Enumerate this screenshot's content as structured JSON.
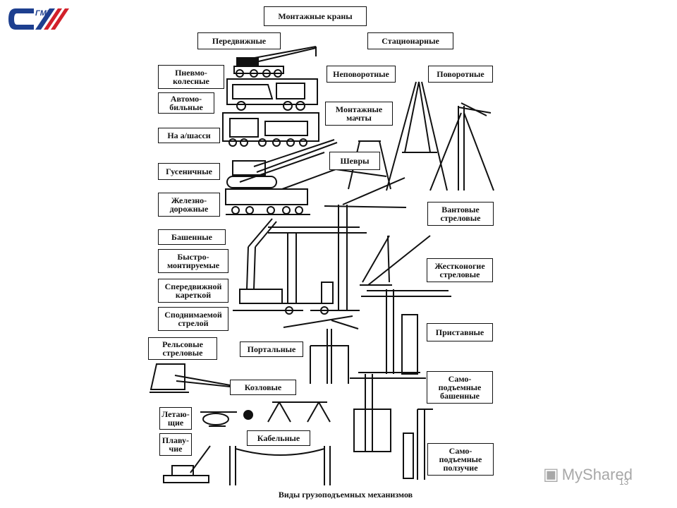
{
  "logo_text": "СГМУ",
  "title": "Монтажные краны",
  "groups": {
    "mobile": "Передвижные",
    "stationary": "Стационарные"
  },
  "types": {
    "pneumatic": "Пневмо-\nколесные",
    "automobile": "Автомо-\nбильные",
    "chassis": "На а/шасси",
    "crawler": "Гусеничные",
    "railway": "Железно-\nдорожные",
    "tower": "Башенные",
    "quick": "Быстро-\nмонтируемые",
    "trolley": "Спередвижной\nкареткой",
    "lifting_boom": "Споднимаемой\nстрелой",
    "rail_boom": "Рельсовые\nстреловые",
    "portal": "Портальные",
    "gantry": "Козловые",
    "flying": "Летаю-\nщие",
    "floating": "Плаву-\nчие",
    "cable": "Кабельные",
    "non_rotating": "Неповоротные",
    "rotating": "Поворотные",
    "masts": "Монтажные\nмачты",
    "shevry": "Шевры",
    "guyed": "Вантовые\nстреловые",
    "rigid": "Жестконогие\nстреловые",
    "attached": "Приставные",
    "self_tower": "Само-\nподъемные\nбашенные",
    "self_creeping": "Само-\nподъемные\nползучие"
  },
  "caption": "Виды грузоподъемных механизмов",
  "page_number": "13",
  "watermark": "MyShared",
  "colors": {
    "logo_blue": "#1d3f8f",
    "logo_red": "#d2202a",
    "ink": "#111111"
  }
}
